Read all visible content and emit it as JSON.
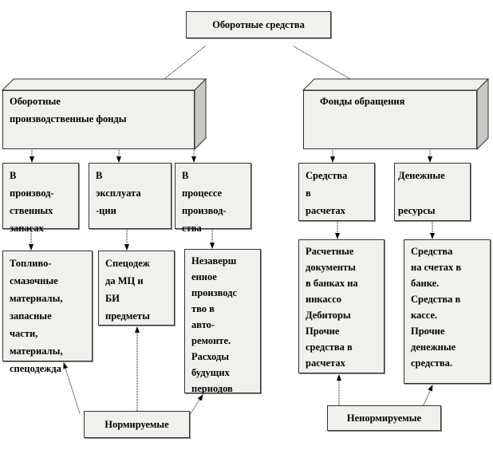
{
  "root": "Оборотные средства",
  "left_group": "Оборотные\nпроизводственные фонды",
  "right_group": "Фонды обращения",
  "level2": [
    "В\nпроизвод-\nственных\nзапасах",
    "  В\nэксплуата\n-ции",
    "В\nпроцессе\nпроизвод-\nства",
    " Средства\nв\nрасчетах",
    "Денежные\n\nресурсы"
  ],
  "level3": [
    "Топливо-\nсмазочные\nматериалы,\nзапасные\nчасти,\nматериалы,\nспецодежда",
    "Спецодеж\nда МЦ и\nБИ\nпредметы",
    "Незаверш\nенное\nпроизводс\nтво в\nавто-\nремонте.\nРасходы\nбудущих\nпериодов",
    "Расчетные\nдокументы\nв банках на\nинкассо\nДебиторы\nПрочие\nсредства в\nрасчетах",
    "Средства\nна счетах в\nбанке.\nСредства в\nкассе.\nПрочие\nденежные\nсредства."
  ],
  "normed": "Нормируемые",
  "unnormed": "Ненормируемые"
}
